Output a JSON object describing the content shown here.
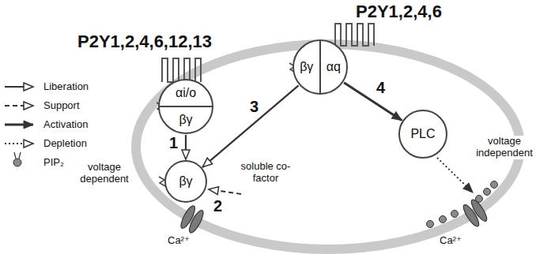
{
  "diagram": {
    "nodes": [
      {
        "text": [
          "αi/o",
          "βγ"
        ]
      },
      {
        "text": [
          "βγ",
          "αq"
        ]
      },
      {
        "text": [
          "βγ"
        ]
      },
      {
        "text": [
          "PLC"
        ]
      }
    ],
    "edges": [
      {
        "from": 0,
        "to": 2,
        "arrow": "to"
      },
      {
        "from": 1,
        "to": 2,
        "arrow": "to"
      },
      {
        "from": 1,
        "to": 3,
        "arrow": "to"
      }
    ],
    "labels": [
      "P2Y1,2,4,6,12,13",
      "P2Y1,2,4,6",
      "1",
      "2",
      "3",
      "4",
      "voltage dependent",
      "soluble co-factor",
      "voltage independent",
      "Ca²⁺",
      "Ca²⁺"
    ],
    "legend": [
      {
        "text": "Liberation"
      },
      {
        "text": "Support"
      },
      {
        "text": "Activation"
      },
      {
        "text": "Depletion"
      },
      {
        "text": "PIP₂"
      }
    ]
  }
}
